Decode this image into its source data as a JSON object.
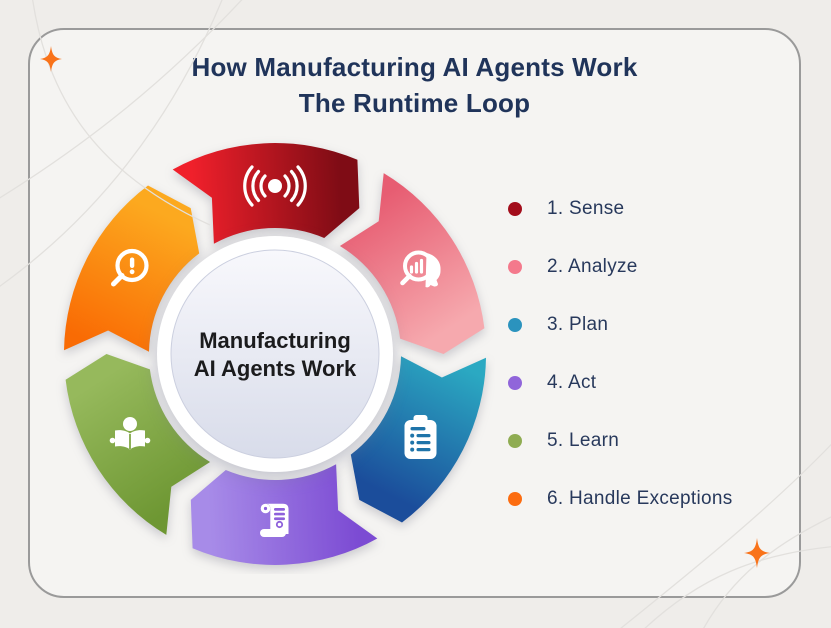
{
  "title": {
    "line1": "How Manufacturing AI Agents Work",
    "line2": "The Runtime Loop"
  },
  "center_label": {
    "line1": "Manufacturing",
    "line2": "AI Agents Work"
  },
  "legend": {
    "items": [
      {
        "label": "1. Sense",
        "color": "#A30D1B"
      },
      {
        "label": "2. Analyze",
        "color": "#F4798C"
      },
      {
        "label": "3. Plan",
        "color": "#2B93BE"
      },
      {
        "label": "4. Act",
        "color": "#9065DA"
      },
      {
        "label": "5. Learn",
        "color": "#8FAC52"
      },
      {
        "label": "6. Handle Exceptions",
        "color": "#FC6C10"
      }
    ]
  },
  "wheel": {
    "flow_direction": "clockwise",
    "segments": [
      {
        "id": "sense",
        "icon": "broadcast-signal-icon",
        "gradient_start": "#F0202B",
        "gradient_end": "#7F0C15",
        "detail_color": "#C41423"
      },
      {
        "id": "analyze",
        "icon": "analysis-head-icon",
        "gradient_start": "#E75D72",
        "gradient_end": "#F6A9AE",
        "detail_color": "#EE8593"
      },
      {
        "id": "plan",
        "icon": "clipboard-list-icon",
        "gradient_start": "#2BA9C2",
        "gradient_end": "#1B4D9B",
        "detail_color": "#1F74A9"
      },
      {
        "id": "act",
        "icon": "script-scroll-icon",
        "gradient_start": "#7C4BD3",
        "gradient_end": "#A78BE8",
        "detail_color": "#8E60DB"
      },
      {
        "id": "learn",
        "icon": "person-reading-icon",
        "gradient_start": "#6E9733",
        "gradient_end": "#96B95C",
        "detail_color": "#82A847"
      },
      {
        "id": "handle_exceptions",
        "icon": "magnifier-alert-icon",
        "gradient_start": "#F96B04",
        "gradient_end": "#FCA91F",
        "detail_color": "#FA8A10"
      }
    ]
  },
  "decor": {
    "sparkle_color": "#F9731A"
  }
}
